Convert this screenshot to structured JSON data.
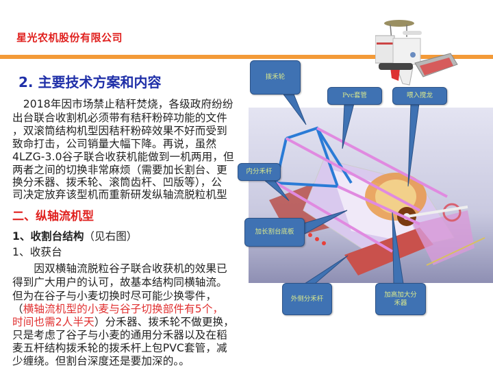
{
  "header": {
    "company": "星光农机股份有限公司"
  },
  "section_title": "2. 主要技术方案和内容",
  "paragraph1": [
    "　2018年因市场禁止秸秆焚烧，各级政府纷纷",
    "出台联合收割机必须带有秸秆粉碎功能的文件",
    "，双滚筒结构机型因秸秆粉碎效果不好而受到",
    "致命打击，公司销量大幅下降。再说，虽然",
    "4LZG-3.0谷子联合收获机能做到一机两用，但",
    "两者之间的切换非常麻烦（需要加长割台、更",
    "换分禾器、拨禾轮、滚筒齿杆、凹版等），公",
    "司决定放弃该型机而重新研发纵轴流脱粒机型"
  ],
  "heading2": "二、纵轴流机型",
  "heading3": {
    "bold": "1、收割台结构",
    "normal": "（见右图）"
  },
  "subheading": "1、收获台",
  "paragraph2": {
    "l1": "　　因双横轴流脱粒谷子联合收获机的效果已",
    "l2": "得到广大用户的认可，故基本结构同横轴流。",
    "l3": "但为在谷子与小麦切换时尽可能少换零件，",
    "l4_open": "（",
    "l4_red": "横轴流机型的小麦与谷子切换部件有5个，",
    "l5_red": "时间也需2人半天",
    "l5_rest": "）分禾器、拨禾轮不做更换，",
    "l6": "只是考虑了谷子与小麦的通用分禾器以及在稻",
    "l7": "麦五杆结构拨禾轮的拨禾杆上包PVC套管，减",
    "l8": "少缠绕。但割台深度还是要加深的。。"
  },
  "callouts": {
    "reel": "拨禾轮",
    "pvc": "Pvc套管",
    "auger": "喂入搅龙",
    "inner_divider": "内分禾杆",
    "floor": "加长割台底板",
    "outer_divider": "外侧分禾杆",
    "divider_l1": "加高加大分",
    "divider_l2": "禾器"
  },
  "colors": {
    "brand_red": "#e0201e",
    "accent_orange": "#f39a38",
    "title_blue": "#1f2fa8",
    "callout_blue": "#3f72b3"
  }
}
